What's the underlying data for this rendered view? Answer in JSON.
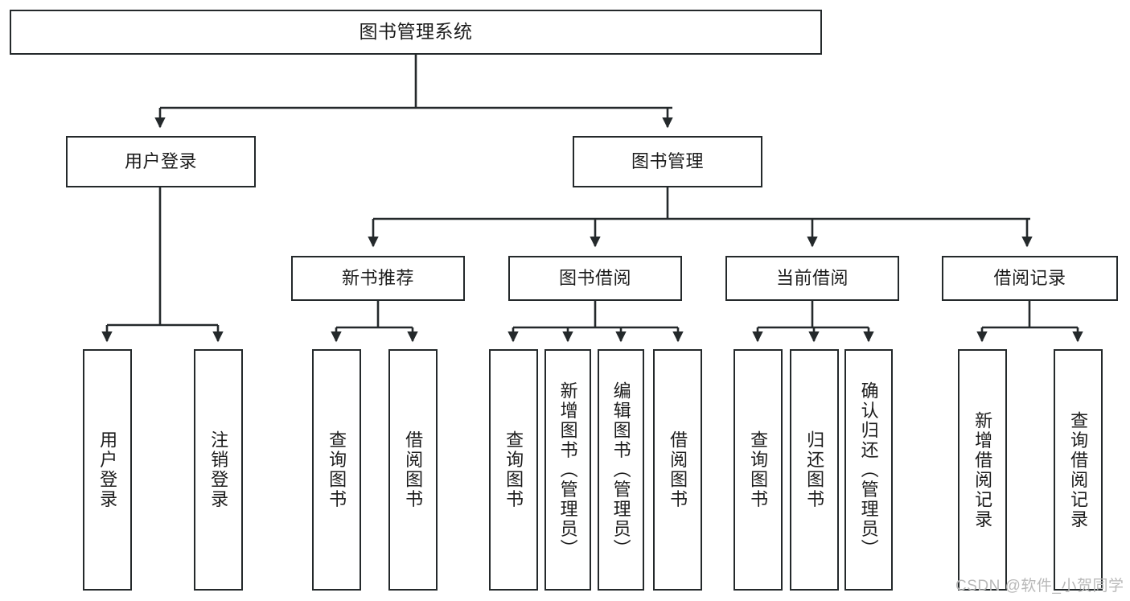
{
  "diagram": {
    "title": "图书管理系统",
    "stroke_color": "#24292b",
    "fill_color": "#ffffff",
    "text_color": "#1c1c1c",
    "root": {
      "label": "图书管理系统"
    },
    "level1": [
      {
        "label": "用户登录"
      },
      {
        "label": "图书管理"
      }
    ],
    "level2": [
      {
        "label": "新书推荐"
      },
      {
        "label": "图书借阅"
      },
      {
        "label": "当前借阅"
      },
      {
        "label": "借阅记录"
      }
    ],
    "leaves": {
      "user_login": [
        {
          "label": "用户登录"
        },
        {
          "label": "注销登录"
        }
      ],
      "new_book_recommend": [
        {
          "label": "查询图书"
        },
        {
          "label": "借阅图书"
        }
      ],
      "book_borrow": [
        {
          "label": "查询图书"
        },
        {
          "label": "新增图书（管理员）"
        },
        {
          "label": "编辑图书（管理员）"
        },
        {
          "label": "借阅图书"
        }
      ],
      "current_borrow": [
        {
          "label": "查询图书"
        },
        {
          "label": "归还图书"
        },
        {
          "label": "确认归还（管理员）"
        }
      ],
      "borrow_record": [
        {
          "label": "新增借阅记录"
        },
        {
          "label": "查询借阅记录"
        }
      ]
    }
  },
  "watermark": {
    "text": "CSDN @软件_小贺同学"
  }
}
